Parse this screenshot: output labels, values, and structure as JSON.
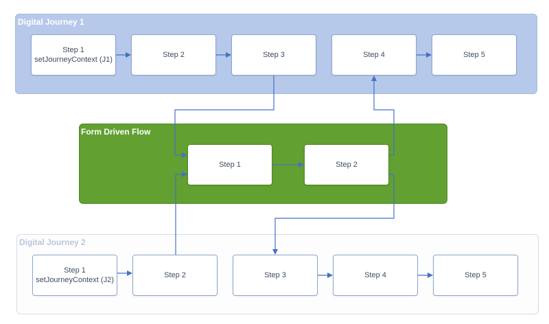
{
  "digital_journey_1": {
    "title": "Digital Journey 1",
    "steps": [
      {
        "label": "Step 1",
        "sublabel": "setJourneyContext (J1)"
      },
      {
        "label": "Step 2"
      },
      {
        "label": "Step 3"
      },
      {
        "label": "Step 4"
      },
      {
        "label": "Step 5"
      }
    ]
  },
  "form_driven_flow": {
    "title": "Form Driven Flow",
    "steps": [
      {
        "label": "Step 1"
      },
      {
        "label": "Step 2"
      }
    ]
  },
  "digital_journey_2": {
    "title": "Digital Journey 2",
    "steps": [
      {
        "label": "Step 1",
        "sublabel": "setJourneyContext (J2)"
      },
      {
        "label": "Step 2"
      },
      {
        "label": "Step 3"
      },
      {
        "label": "Step 4"
      },
      {
        "label": "Step 5"
      }
    ]
  },
  "colors": {
    "journey_lane_fill": "#b6c9ea",
    "form_flow_fill": "#62a032",
    "connector": "#4472c4"
  }
}
